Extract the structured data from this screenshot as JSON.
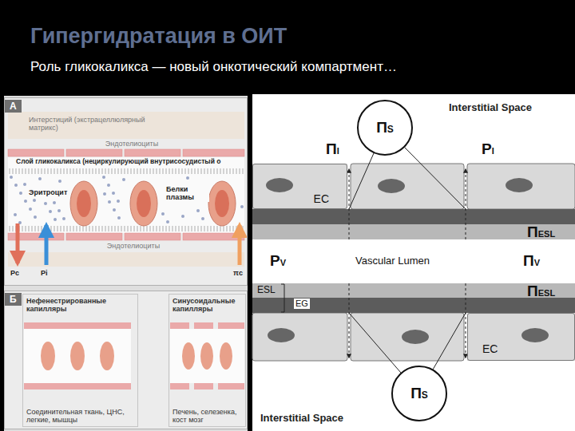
{
  "diagram": {
    "title": "Гипергидратация в ОИТ",
    "nodes": [
      {
        "text": [
          "А"
        ]
      },
      {
        "text": [
          "Б"
        ]
      },
      {
        "text": [
          "Нефенестрированные капилляры",
          "Соединительная ткань, ЦНС, легкие, мышцы"
        ],
        "in": 1
      },
      {
        "text": [
          "Синусоидальные капилляры",
          "Печень, селезенка, кост мозг"
        ],
        "in": 1
      },
      {
        "text": [
          "ΠS"
        ]
      },
      {
        "text": [
          "EC"
        ]
      },
      {
        "text": [
          "EC"
        ]
      },
      {
        "text": [
          "ΠS"
        ]
      }
    ],
    "labels": [
      "Роль гликокаликса — новый онкотический компартмент…",
      "Интерстиций (экстрацеллюлярный матрикс)",
      "Эндотелиоциты",
      "Слой гликокаликса (нециркулирующий внутрисосудистый о",
      "Эритроцит",
      "Белки плазмы",
      "Эндотелиоциты",
      "Pc",
      "Pi",
      "πc",
      "Interstitial Space",
      "ΠI",
      "PI",
      "ΠESL",
      "PV",
      "Vascular Lumen",
      "ΠV",
      "ESL",
      "EG",
      "ΠESL",
      "Interstitial Space"
    ]
  }
}
